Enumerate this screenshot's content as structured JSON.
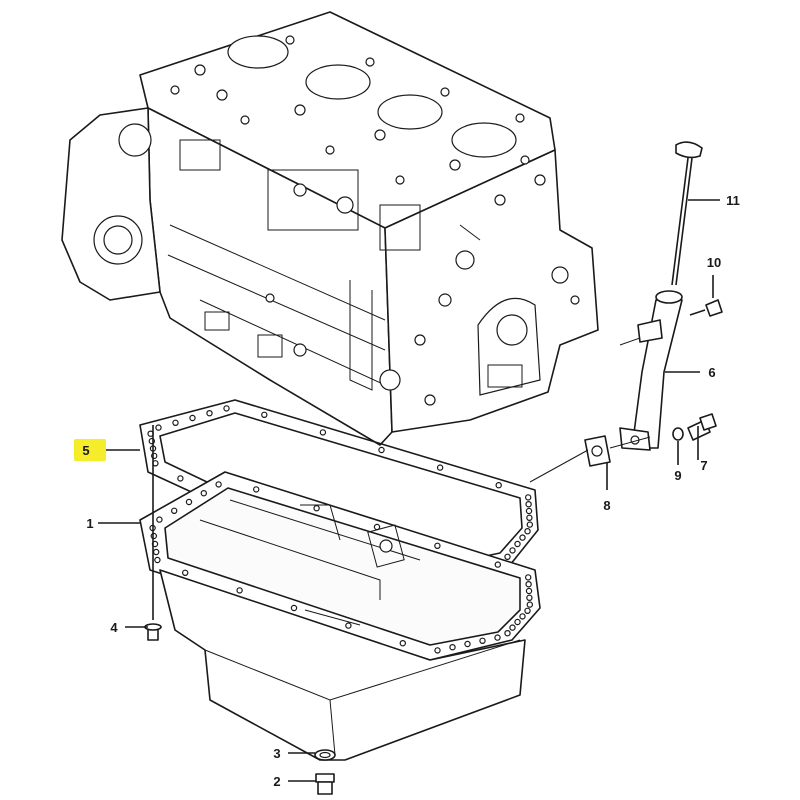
{
  "callouts": {
    "c1": "1",
    "c2": "2",
    "c3": "3",
    "c4": "4",
    "c5": "5",
    "c6": "6",
    "c7": "7",
    "c8": "8",
    "c9": "9",
    "c10": "10",
    "c11": "11"
  },
  "highlighted_callout": "5",
  "colors": {
    "highlight": "#f5ec2a",
    "line": "#1a1a1a"
  }
}
